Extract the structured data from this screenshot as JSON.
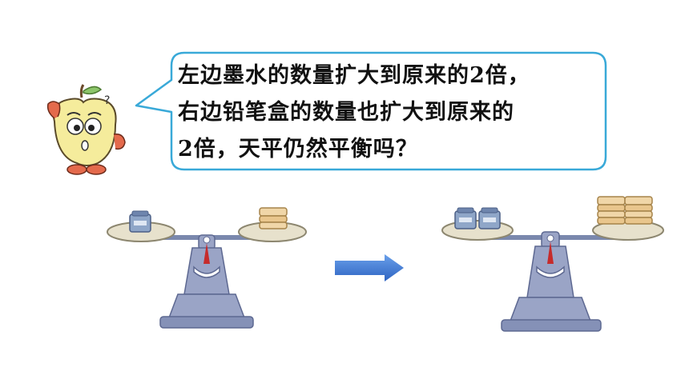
{
  "question": {
    "lines": [
      "左边墨水的数量扩大到原来的2倍，",
      "右边铅笔盒的数量也扩大到原来的",
      "2倍，天平仍然平衡吗？"
    ]
  },
  "colors": {
    "bubble_border": "#39a9d8",
    "arrow_fill": "#4a82d8",
    "scale_body": "#9aa4c6",
    "scale_shadow": "#6e7aa3",
    "pan": "#e7e1cc",
    "apple": "#f5ec9c",
    "apple_cheek": "#e46a4c",
    "ink_bottle": "#8fa6c8",
    "biscuit": "#f0d6a8"
  },
  "icons": {
    "character": "apple-character-icon",
    "arrow": "right-arrow-icon",
    "scale": "balance-scale-icon",
    "ink": "ink-bottle-icon",
    "pencil_box": "pencil-box-icon"
  }
}
